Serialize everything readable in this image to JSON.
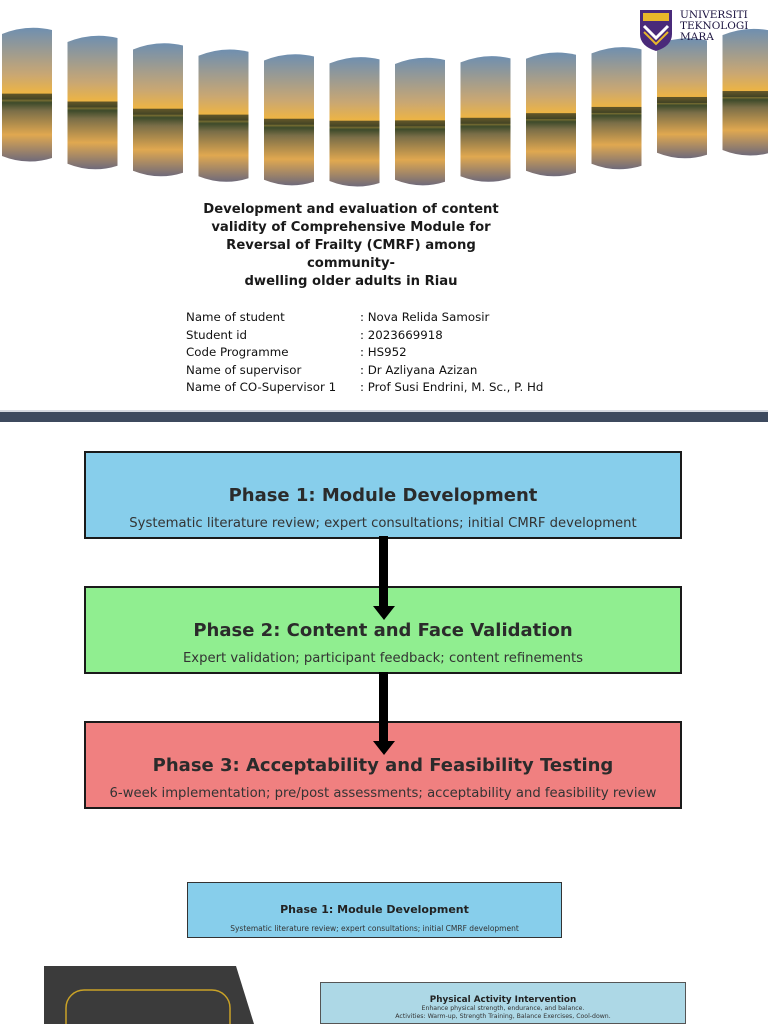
{
  "logo": {
    "line1": "UNIVERSITI",
    "line2": "TEKNOLOGI",
    "line3": "MARA"
  },
  "title": {
    "line1": "Development and evaluation of content",
    "line2": "validity of  Comprehensive Module for",
    "line3": "Reversal of Frailty  (CMRF) among community-",
    "line4": "dwelling older adults in Riau"
  },
  "student_info": [
    {
      "label": "Name of student",
      "value": ": Nova Relida Samosir"
    },
    {
      "label": "Student id",
      "value": ": 2023669918"
    },
    {
      "label": "Code Programme",
      "value": ": HS952"
    },
    {
      "label": "Name of supervisor",
      "value": ": Dr Azliyana Azizan"
    },
    {
      "label": "Name of CO-Supervisor 1",
      "value": ": Prof Susi Endrini, M. Sc., P. Hd"
    }
  ],
  "phases": [
    {
      "title": "Phase 1: Module Development",
      "desc": "Systematic literature review; expert consultations; initial CMRF development",
      "color": "#87ceeb"
    },
    {
      "title": "Phase 2: Content and Face Validation",
      "desc": "Expert validation; participant feedback; content refinements",
      "color": "#90ee90"
    },
    {
      "title": "Phase 3: Acceptability and Feasibility Testing",
      "desc": "6-week implementation; pre/post assessments; acceptability and feasibility review",
      "color": "#f08080"
    }
  ],
  "mini_phase": {
    "title": "Phase 1: Module Development",
    "desc": "Systematic literature review; expert consultations; initial CMRF development"
  },
  "physical_activity": {
    "title": "Physical Activity Intervention",
    "line1": "Enhance physical strength, endurance, and balance.",
    "line2": "Activities: Warm-up, Strength Training, Balance Exercises, Cool-down."
  }
}
